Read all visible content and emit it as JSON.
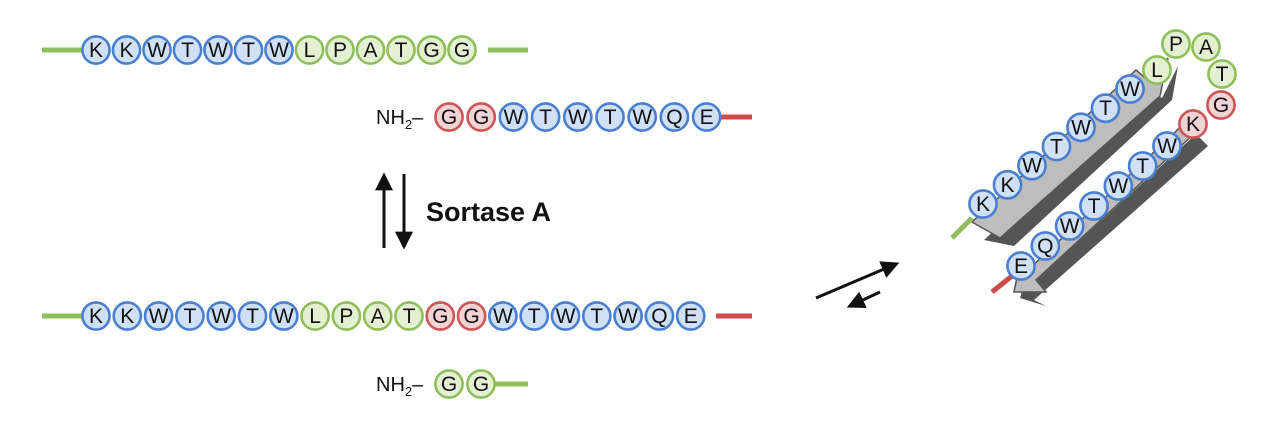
{
  "colors": {
    "blue_fill": "#cfe0f7",
    "blue_stroke": "#4a7fd0",
    "green_fill": "#e4f0d2",
    "green_stroke": "#8fbf5a",
    "red_fill": "#f3d3d3",
    "red_stroke": "#cc5555",
    "green_line": "#8fbf5a",
    "red_line": "#cc4c4c",
    "arrow_dark": "#111111",
    "sheet_face": "#bdbdbd",
    "sheet_edge": "#555555"
  },
  "chains": {
    "substrate": {
      "residues": [
        {
          "letter": "K",
          "group": "blue"
        },
        {
          "letter": "K",
          "group": "blue"
        },
        {
          "letter": "W",
          "group": "blue"
        },
        {
          "letter": "T",
          "group": "blue"
        },
        {
          "letter": "W",
          "group": "blue"
        },
        {
          "letter": "T",
          "group": "blue"
        },
        {
          "letter": "W",
          "group": "blue"
        },
        {
          "letter": "L",
          "group": "green"
        },
        {
          "letter": "P",
          "group": "green"
        },
        {
          "letter": "A",
          "group": "green"
        },
        {
          "letter": "T",
          "group": "green"
        },
        {
          "letter": "G",
          "group": "green"
        },
        {
          "letter": "G",
          "group": "green"
        }
      ]
    },
    "nucleophile": {
      "prefix_main": "NH",
      "prefix_sub": "2",
      "prefix_dash": "–",
      "residues": [
        {
          "letter": "G",
          "group": "red"
        },
        {
          "letter": "G",
          "group": "red"
        },
        {
          "letter": "W",
          "group": "blue"
        },
        {
          "letter": "T",
          "group": "blue"
        },
        {
          "letter": "W",
          "group": "blue"
        },
        {
          "letter": "T",
          "group": "blue"
        },
        {
          "letter": "W",
          "group": "blue"
        },
        {
          "letter": "Q",
          "group": "blue"
        },
        {
          "letter": "E",
          "group": "blue"
        }
      ]
    },
    "product": {
      "residues": [
        {
          "letter": "K",
          "group": "blue"
        },
        {
          "letter": "K",
          "group": "blue"
        },
        {
          "letter": "W",
          "group": "blue"
        },
        {
          "letter": "T",
          "group": "blue"
        },
        {
          "letter": "W",
          "group": "blue"
        },
        {
          "letter": "T",
          "group": "blue"
        },
        {
          "letter": "W",
          "group": "blue"
        },
        {
          "letter": "L",
          "group": "green"
        },
        {
          "letter": "P",
          "group": "green"
        },
        {
          "letter": "A",
          "group": "green"
        },
        {
          "letter": "T",
          "group": "green"
        },
        {
          "letter": "G",
          "group": "red"
        },
        {
          "letter": "G",
          "group": "red"
        },
        {
          "letter": "W",
          "group": "blue"
        },
        {
          "letter": "T",
          "group": "blue"
        },
        {
          "letter": "W",
          "group": "blue"
        },
        {
          "letter": "T",
          "group": "blue"
        },
        {
          "letter": "W",
          "group": "blue"
        },
        {
          "letter": "Q",
          "group": "blue"
        },
        {
          "letter": "E",
          "group": "blue"
        }
      ]
    },
    "byproduct": {
      "prefix_main": "NH",
      "prefix_sub": "2",
      "prefix_dash": "–",
      "residues": [
        {
          "letter": "G",
          "group": "green"
        },
        {
          "letter": "G",
          "group": "green"
        }
      ]
    },
    "hairpin": {
      "strand_one": [
        {
          "letter": "K",
          "group": "blue"
        },
        {
          "letter": "K",
          "group": "blue"
        },
        {
          "letter": "W",
          "group": "blue"
        },
        {
          "letter": "T",
          "group": "blue"
        },
        {
          "letter": "W",
          "group": "blue"
        },
        {
          "letter": "T",
          "group": "blue"
        },
        {
          "letter": "W",
          "group": "blue"
        }
      ],
      "turn": [
        {
          "letter": "L",
          "group": "green"
        },
        {
          "letter": "P",
          "group": "green"
        },
        {
          "letter": "A",
          "group": "green"
        },
        {
          "letter": "T",
          "group": "green"
        },
        {
          "letter": "G",
          "group": "red"
        },
        {
          "letter": "K",
          "group": "red"
        }
      ],
      "strand_two": [
        {
          "letter": "W",
          "group": "blue"
        },
        {
          "letter": "T",
          "group": "blue"
        },
        {
          "letter": "W",
          "group": "blue"
        },
        {
          "letter": "T",
          "group": "blue"
        },
        {
          "letter": "W",
          "group": "blue"
        },
        {
          "letter": "Q",
          "group": "blue"
        },
        {
          "letter": "E",
          "group": "blue"
        }
      ]
    }
  },
  "enzyme_label": "Sortase A"
}
